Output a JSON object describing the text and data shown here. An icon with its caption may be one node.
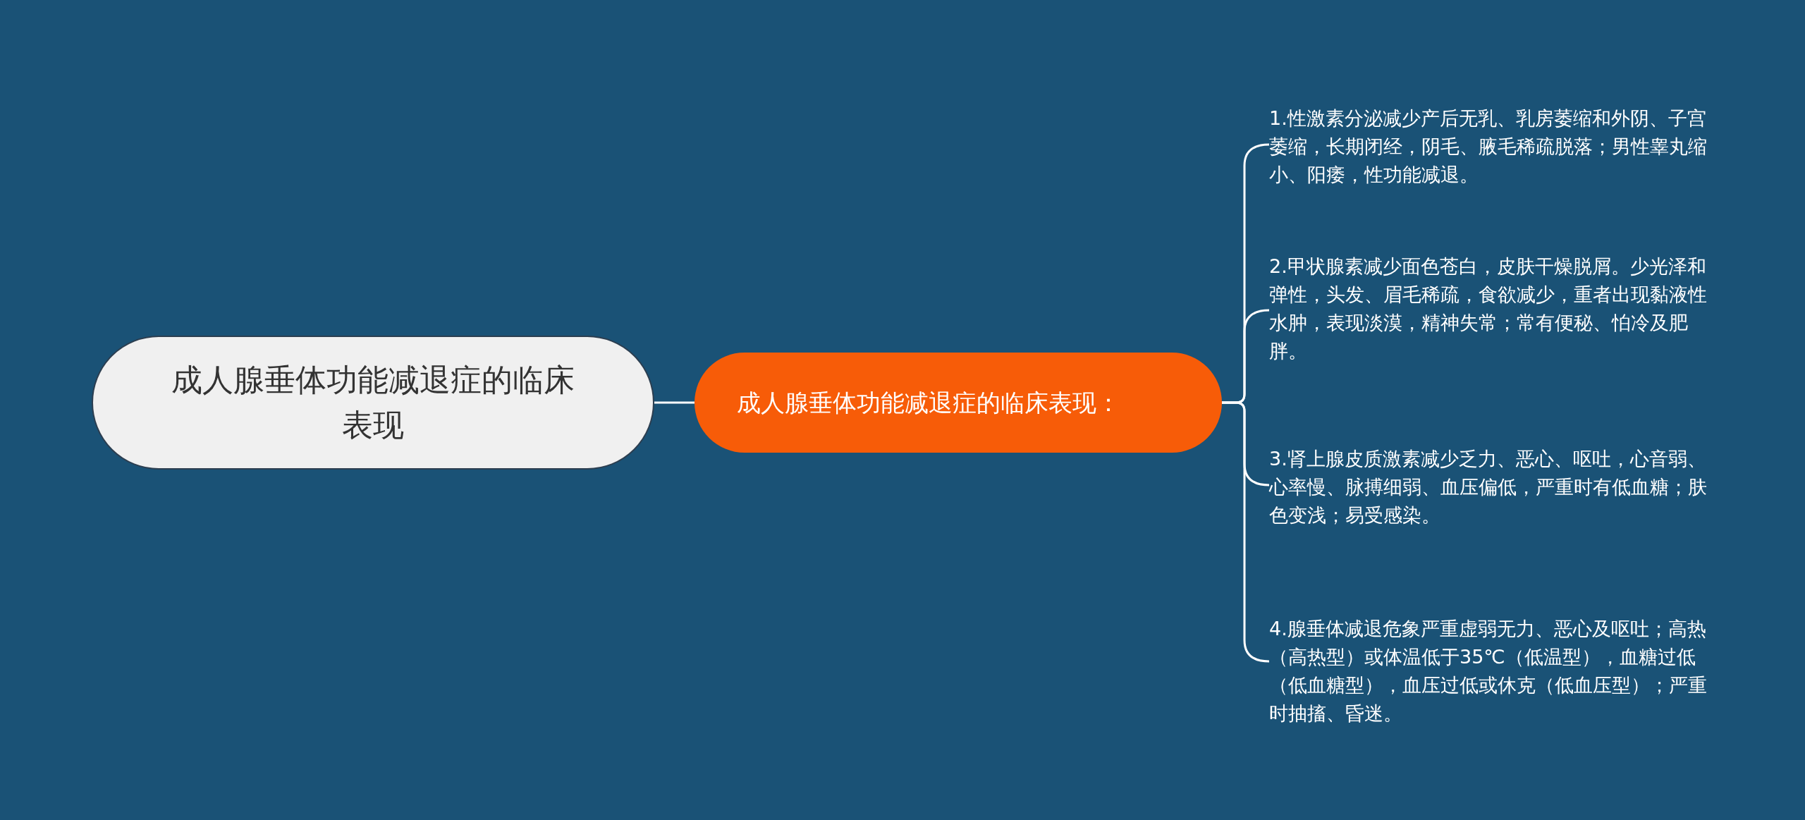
{
  "diagram": {
    "nodes": [
      {
        "text": [
          "成人腺垂体功能减退症的临床表现"
        ]
      },
      {
        "text": [
          "成人腺垂体功能减退症的临床表现："
        ]
      },
      {
        "text": [
          "1.性激素分泌减少产后无乳、乳房萎缩和外阴、子宫萎缩，长期闭经，阴毛、腋毛稀疏脱落；男性睾丸缩小、阳痿，性功能减退。"
        ]
      },
      {
        "text": [
          "2.甲状腺素减少面色苍白，皮肤干燥脱屑。少光泽和弹性，头发、眉毛稀疏，食欲减少，重者出现黏液性水肿，表现淡漠，精神失常；常有便秘、怕冷及肥胖。"
        ]
      },
      {
        "text": [
          "3.肾上腺皮质激素减少乏力、恶心、呕吐，心音弱、心率慢、脉搏细弱、血压偏低，严重时有低血糖；肤色变浅；易受感染。"
        ]
      },
      {
        "text": [
          "4.腺垂体减退危象严重虚弱无力、恶心及呕吐；高热（高热型）或体温低于35℃（低温型），血糖过低（低血糖型），血压过低或休克（低血压型）；严重时抽搐、昏迷。"
        ]
      }
    ],
    "edges": [
      {
        "from": 0,
        "to": 1,
        "arrow": "none"
      },
      {
        "from": 1,
        "to": 2,
        "arrow": "none"
      },
      {
        "from": 1,
        "to": 3,
        "arrow": "none"
      },
      {
        "from": 1,
        "to": 4,
        "arrow": "none"
      },
      {
        "from": 1,
        "to": 5,
        "arrow": "none"
      }
    ]
  }
}
